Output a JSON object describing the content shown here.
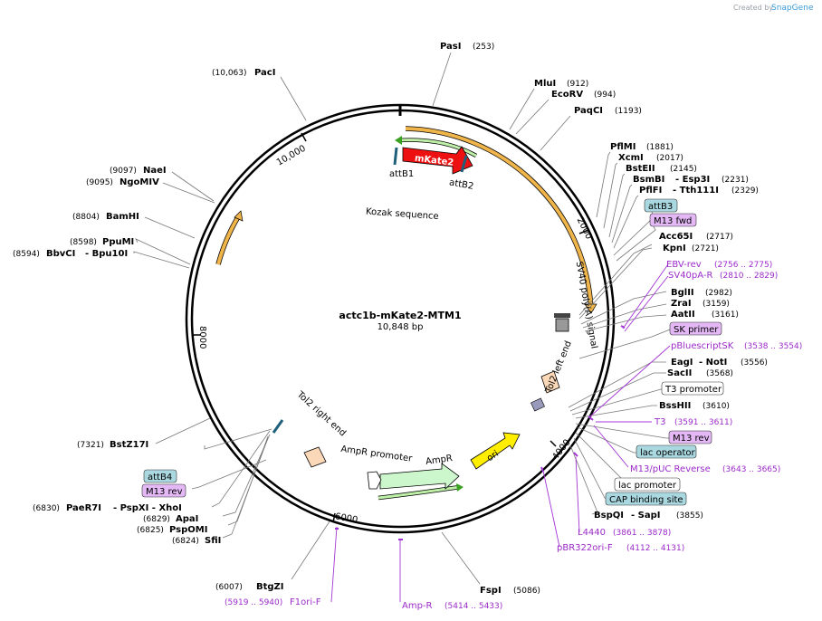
{
  "credit": {
    "text": "Created by",
    "brand": "SnapGene"
  },
  "plasmid": {
    "name": "actc1b-mKate2-MTM1",
    "size": "10,848 bp"
  },
  "ticks": [
    "2000",
    "4000",
    "6000",
    "8000",
    "10,000"
  ],
  "features": {
    "mkate2": "mKate2",
    "attb1": "attB1",
    "attb2": "attB2",
    "kozak": "Kozak sequence",
    "sv40_polya": "SV40 poly(A) signal",
    "tol2_left": "Tol2 left end",
    "tol2_right": "Tol2 right end",
    "ori": "ori",
    "ampr": "AmpR",
    "ampr_promoter": "AmpR promoter"
  },
  "enzymes": {
    "pasi": {
      "name": "PasI",
      "pos": "(253)"
    },
    "paci": {
      "name": "PacI",
      "pos": "(10,063)"
    },
    "mlui": {
      "name": "MluI",
      "pos": "(912)"
    },
    "ecorv": {
      "name": "EcoRV",
      "pos": "(994)"
    },
    "paqci": {
      "name": "PaqCI",
      "pos": "(1193)"
    },
    "pflmi": {
      "name": "PflMI",
      "pos": "(1881)"
    },
    "xcmi": {
      "name": "XcmI",
      "pos": "(2017)"
    },
    "bsteii": {
      "name": "BstEII",
      "pos": "(2145)"
    },
    "bsmbi": {
      "name": "BsmBI",
      "extra": "- Esp3I",
      "pos": "(2231)"
    },
    "pflfi": {
      "name": "PflFI",
      "extra": "- Tth111I",
      "pos": "(2329)"
    },
    "acc65i": {
      "name": "Acc65I",
      "pos": "(2717)"
    },
    "kpni": {
      "name": "KpnI",
      "pos": "(2721)"
    },
    "bglii": {
      "name": "BglII",
      "pos": "(2982)"
    },
    "zrai": {
      "name": "ZraI",
      "pos": "(3159)"
    },
    "aatii": {
      "name": "AatII",
      "pos": "(3161)"
    },
    "eagi": {
      "name": "EagI",
      "extra": "- NotI",
      "pos": "(3556)"
    },
    "sacii": {
      "name": "SacII",
      "pos": "(3568)"
    },
    "bsshii": {
      "name": "BssHII",
      "pos": "(3610)"
    },
    "bspqi": {
      "name": "BspQI",
      "extra": "- SapI",
      "pos": "(3855)"
    },
    "fspi": {
      "name": "FspI",
      "pos": "(5086)"
    },
    "btgzi": {
      "name": "BtgZI",
      "pos": "(6007)"
    },
    "sfii": {
      "name": "SfiI",
      "pos": "(6824)"
    },
    "pspomi": {
      "name": "PspOMI",
      "pos": "(6825)"
    },
    "apai": {
      "name": "ApaI",
      "pos": "(6829)"
    },
    "paer7i": {
      "name": "PaeR7I",
      "extra": "- PspXI  - XhoI",
      "pos": "(6830)"
    },
    "bstz17i": {
      "name": "BstZ17I",
      "pos": "(7321)"
    },
    "bbvci": {
      "name": "BbvCI",
      "extra": "- Bpu10I",
      "pos": "(8594)"
    },
    "ppumi": {
      "name": "PpuMI",
      "pos": "(8598)"
    },
    "bamhi": {
      "name": "BamHI",
      "pos": "(8804)"
    },
    "ngomiv": {
      "name": "NgoMIV",
      "pos": "(9095)"
    },
    "naei": {
      "name": "NaeI",
      "pos": "(9097)"
    }
  },
  "primers": {
    "ebv_rev": {
      "name": "EBV-rev",
      "pos": "(2756 .. 2775)"
    },
    "sv40pa_r": {
      "name": "SV40pA-R",
      "pos": "(2810 .. 2829)"
    },
    "pbluescriptsk": {
      "name": "pBluescriptSK",
      "pos": "(3538 .. 3554)"
    },
    "t3": {
      "name": "T3",
      "pos": "(3591 .. 3611)"
    },
    "m13puc_rev": {
      "name": "M13/pUC Reverse",
      "pos": "(3643 .. 3665)"
    },
    "l4440": {
      "name": "L4440",
      "pos": "(3861 .. 3878)"
    },
    "pbr322ori_f": {
      "name": "pBR322ori-F",
      "pos": "(4112 .. 4131)"
    },
    "amp_r": {
      "name": "Amp-R",
      "pos": "(5414 .. 5433)"
    },
    "f1ori_f": {
      "name": "F1ori-F",
      "pos": "(5919 .. 5940)"
    }
  },
  "boxes": {
    "attb3": "attB3",
    "m13fwd": "M13 fwd",
    "sk_primer": "SK primer",
    "t3_promoter": "T3 promoter",
    "m13rev_right": "M13 rev",
    "lac_operator": "lac operator",
    "lac_promoter": "lac promoter",
    "cap_site": "CAP binding site",
    "attb4": "attB4",
    "m13rev_left": "M13 rev"
  },
  "colors": {
    "backbone": "#000000",
    "mkate2": "#ee1111",
    "ori": "#ffee00",
    "ampr": "#ccf7cc",
    "tol2": "#fbd8b8",
    "orange_arc": "#f0b54a",
    "green_arc": "#39a020",
    "primer": "#a335d6",
    "blue_box": "#aad8e0",
    "purple_box": "#e3b8f5"
  }
}
